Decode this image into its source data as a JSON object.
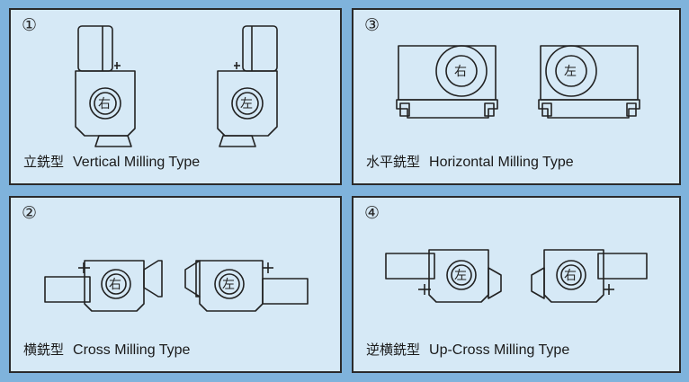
{
  "panels": [
    {
      "id": "p1",
      "num": "①",
      "cn": "立銑型",
      "en": "Vertical Milling Type",
      "left_label": "右",
      "right_label": "左"
    },
    {
      "id": "p3",
      "num": "③",
      "cn": "水平銑型",
      "en": "Horizontal Milling Type",
      "left_label": "右",
      "right_label": "左"
    },
    {
      "id": "p2",
      "num": "②",
      "cn": "横銑型",
      "en": "Cross Milling Type",
      "left_label": "右",
      "right_label": "左"
    },
    {
      "id": "p4",
      "num": "④",
      "cn": "逆横銑型",
      "en": "Up-Cross Milling Type",
      "left_label": "左",
      "right_label": "右"
    }
  ],
  "colors": {
    "background": "#7fb3dc",
    "panel": "#d6e9f6",
    "line": "#222222"
  }
}
